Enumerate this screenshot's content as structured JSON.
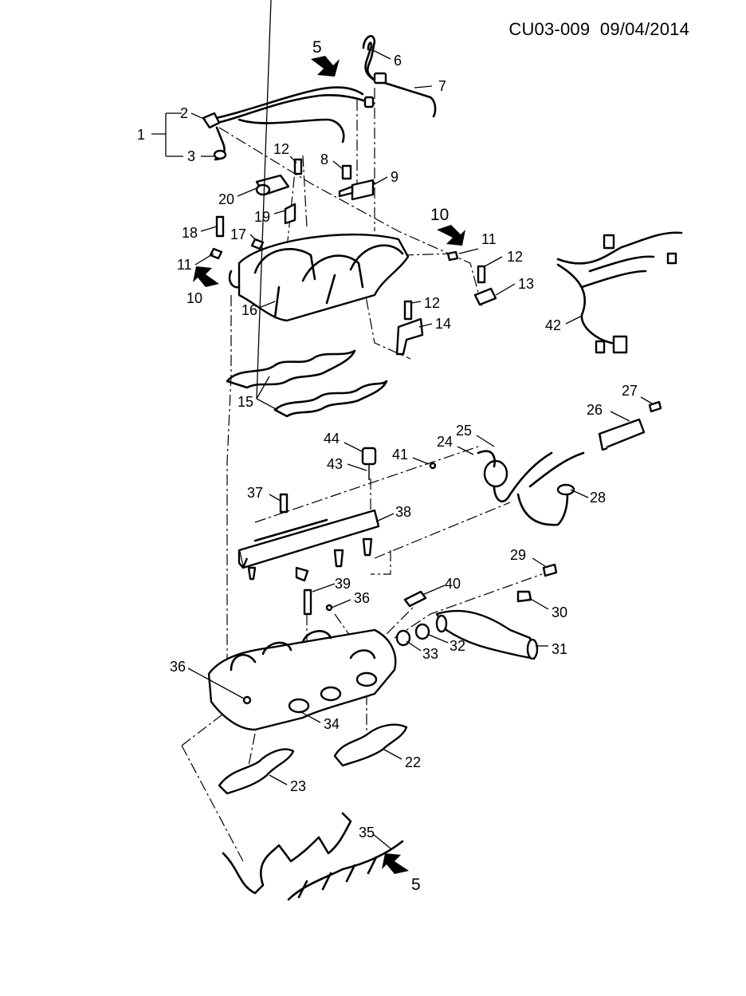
{
  "header": {
    "code": "CU03-009",
    "date": "09/04/2014"
  },
  "callouts": [
    {
      "id": "c1",
      "text": "1"
    },
    {
      "id": "c2",
      "text": "2"
    },
    {
      "id": "c3",
      "text": "3"
    },
    {
      "id": "c5a",
      "text": "5"
    },
    {
      "id": "c5b",
      "text": "5"
    },
    {
      "id": "c6",
      "text": "6"
    },
    {
      "id": "c7",
      "text": "7"
    },
    {
      "id": "c8",
      "text": "8"
    },
    {
      "id": "c9",
      "text": "9"
    },
    {
      "id": "c10a",
      "text": "10"
    },
    {
      "id": "c10b",
      "text": "10"
    },
    {
      "id": "c11a",
      "text": "11"
    },
    {
      "id": "c11b",
      "text": "11"
    },
    {
      "id": "c12a",
      "text": "12"
    },
    {
      "id": "c12b",
      "text": "12"
    },
    {
      "id": "c12c",
      "text": "12"
    },
    {
      "id": "c13",
      "text": "13"
    },
    {
      "id": "c14",
      "text": "14"
    },
    {
      "id": "c15",
      "text": "15"
    },
    {
      "id": "c16",
      "text": "16"
    },
    {
      "id": "c17",
      "text": "17"
    },
    {
      "id": "c18",
      "text": "18"
    },
    {
      "id": "c19",
      "text": "19"
    },
    {
      "id": "c20",
      "text": "20"
    },
    {
      "id": "c22",
      "text": "22"
    },
    {
      "id": "c23",
      "text": "23"
    },
    {
      "id": "c24",
      "text": "24"
    },
    {
      "id": "c25",
      "text": "25"
    },
    {
      "id": "c26",
      "text": "26"
    },
    {
      "id": "c27",
      "text": "27"
    },
    {
      "id": "c28",
      "text": "28"
    },
    {
      "id": "c29",
      "text": "29"
    },
    {
      "id": "c30",
      "text": "30"
    },
    {
      "id": "c31",
      "text": "31"
    },
    {
      "id": "c32",
      "text": "32"
    },
    {
      "id": "c33",
      "text": "33"
    },
    {
      "id": "c34",
      "text": "34"
    },
    {
      "id": "c35",
      "text": "35"
    },
    {
      "id": "c36a",
      "text": "36"
    },
    {
      "id": "c36b",
      "text": "36"
    },
    {
      "id": "c37",
      "text": "37"
    },
    {
      "id": "c38",
      "text": "38"
    },
    {
      "id": "c39",
      "text": "39"
    },
    {
      "id": "c40",
      "text": "40"
    },
    {
      "id": "c41",
      "text": "41"
    },
    {
      "id": "c42",
      "text": "42"
    },
    {
      "id": "c43",
      "text": "43"
    },
    {
      "id": "c44",
      "text": "44"
    }
  ],
  "colors": {
    "ink": "#000000",
    "paper": "#ffffff"
  }
}
